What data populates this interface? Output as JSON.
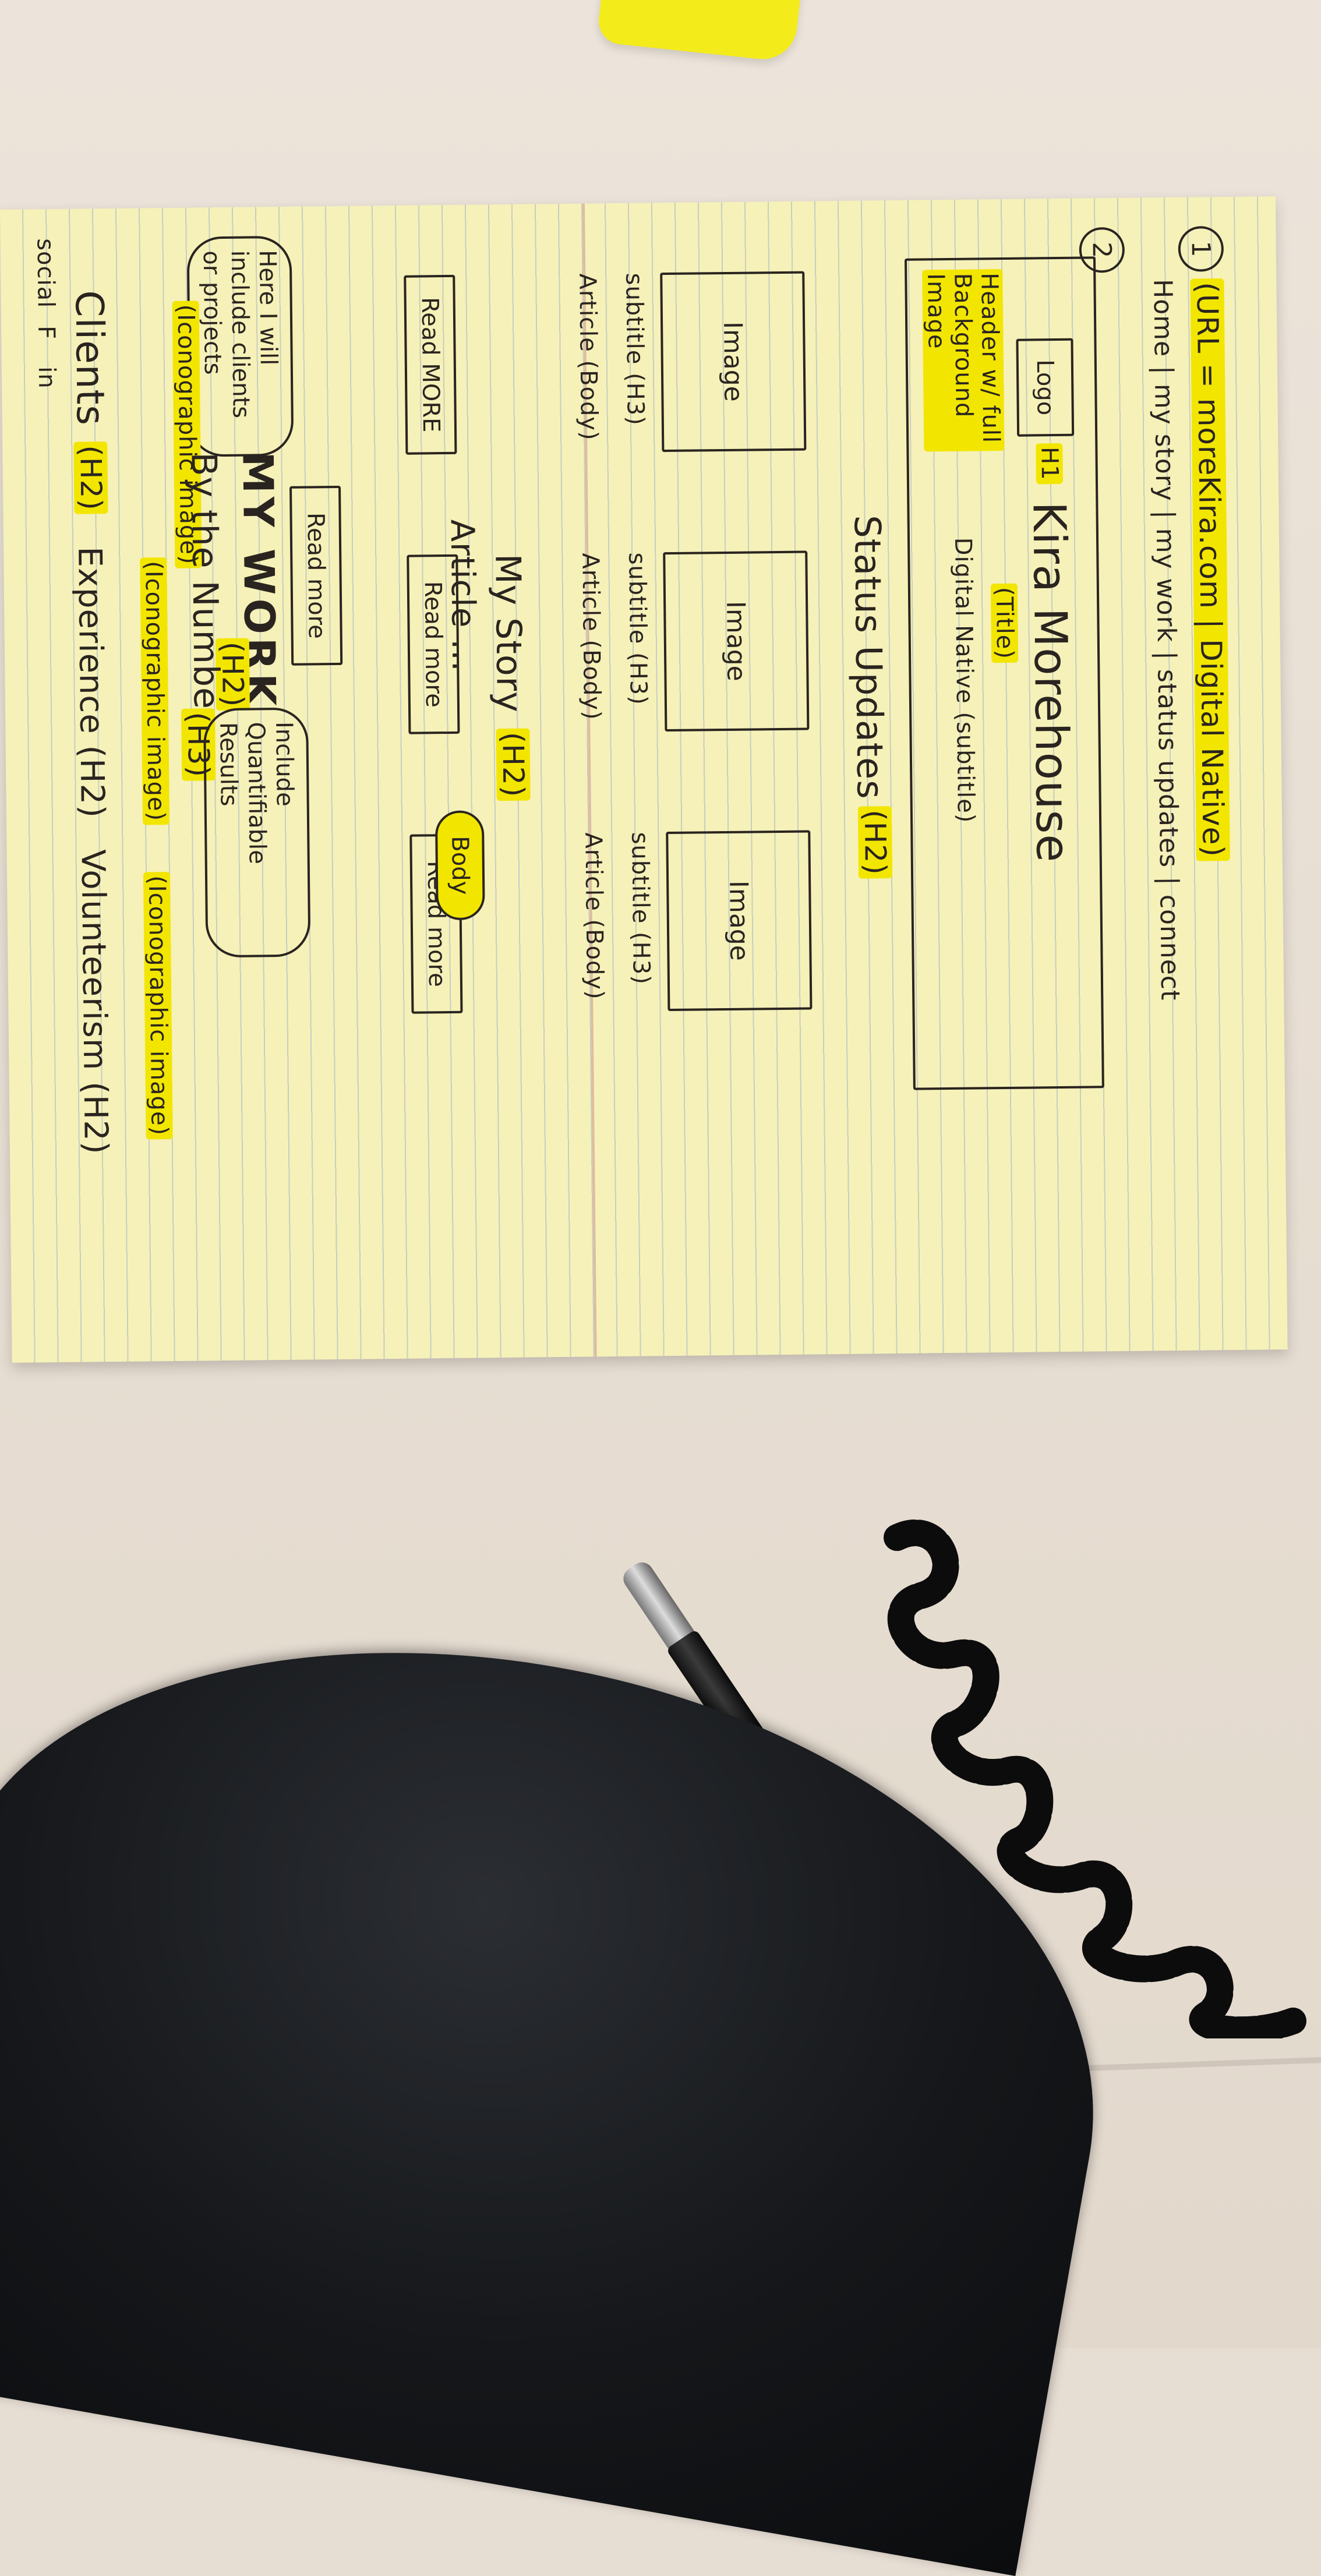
{
  "scene": {
    "description_items": [
      "legal pad",
      "highlighter",
      "pen",
      "phone cord",
      "chair seat"
    ]
  },
  "sketch": {
    "section1_num": "1",
    "url_line": "(URL = moreKira.com | Digital Native)",
    "nav_line": "Home | my story | my work | status updates | connect",
    "section2_num": "2",
    "logo_label": "Logo",
    "h1_tag": "H1",
    "name_title": "Kira Morehouse",
    "title_tag": "(Title)",
    "subtitle_line": "Digital Native (subtitle)",
    "header_note": "Header w/ full Background Image",
    "status_updates": "Status Updates",
    "h2_tag": "(H2)",
    "image_label": "Image",
    "subtitle_h3": "subtitle (H3)",
    "article_body": "Article (Body)",
    "read_more_1": "Read MORE",
    "read_more_2": "Read more",
    "read_more_3": "Read more",
    "my_story": "My Story",
    "my_story_tag": "(H2)",
    "article_dots": "Article ...",
    "body_tag": "Body",
    "read_more_story": "Read more",
    "cloud_note": "Here I will include clients or projects",
    "iconographic_image": "(Iconographic image)",
    "my_work": "MY WORK",
    "my_work_tag": "(H2)",
    "by_numbers": "By the Numbers",
    "by_numbers_tag": "(H3)",
    "quantifiable_note": "Include Quantifiable Results",
    "clients": "Clients",
    "clients_tag": "(H2)",
    "experience": "Experience (H2)",
    "volunteerism": "Volunteerism (H2)",
    "social_labels": [
      "social",
      "F",
      "in"
    ]
  },
  "colors": {
    "paper": "#f6f1b8",
    "highlight": "#f2e600",
    "ink": "#2a2420"
  }
}
